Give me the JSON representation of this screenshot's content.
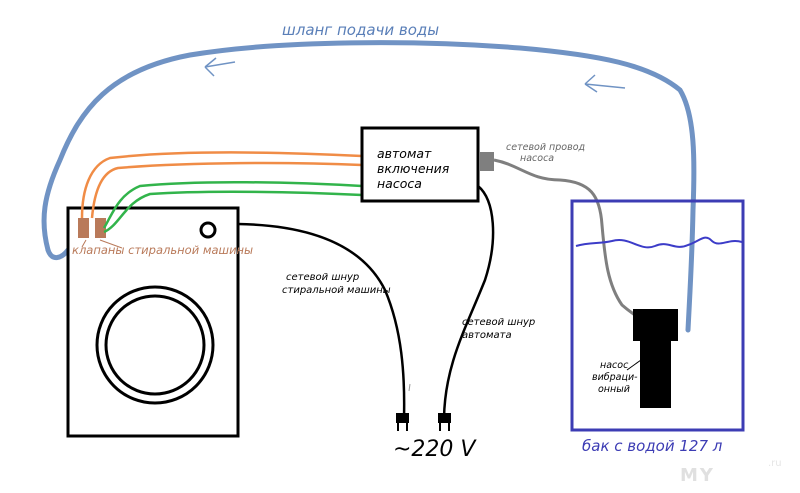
{
  "labels": {
    "hose": "шланг подачи воды",
    "control_box": [
      "автомат",
      "включения",
      "насоса"
    ],
    "pump_cable": [
      "сетевой провод",
      "насоса"
    ],
    "valves": "клапаны стиральной машины",
    "washer_cord": [
      "сетевой шнур",
      "стиральной машины"
    ],
    "box_cord": [
      "сетевой шнур",
      "автомата"
    ],
    "pump": [
      "насос",
      "вибраци-",
      "онный"
    ],
    "voltage": "~220 V",
    "tank": "бак с водой 127 л",
    "watermark": "MY",
    "watermark_suffix": ".ru"
  },
  "colors": {
    "hose": "#7093c4",
    "hose_text": "#5a7fb8",
    "orange_wire": "#f08c46",
    "green_wire": "#32b44b",
    "valve": "#b97a5a",
    "valve_text": "#b97a5a",
    "tank_border": "#3c3cb4",
    "water": "#3c3cc8",
    "tank_text": "#3c3cb4",
    "gray_cable": "#7f7f7f",
    "black": "#000000"
  }
}
